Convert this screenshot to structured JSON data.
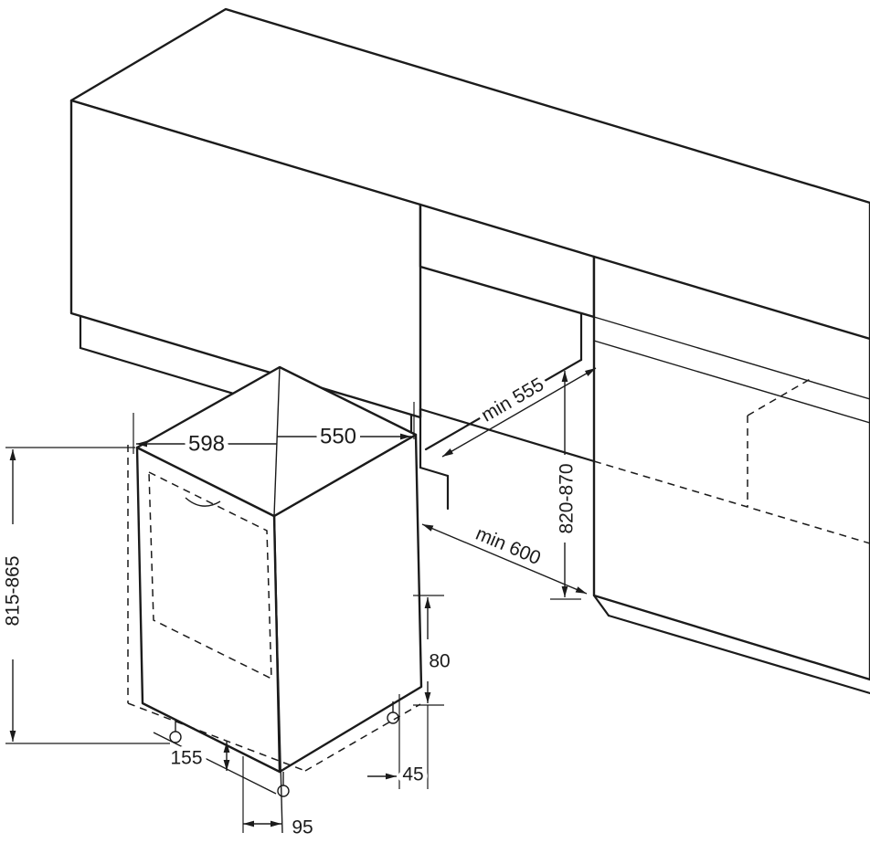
{
  "diagram": {
    "type": "appliance-installation-drawing",
    "subject": "built-under dishwasher in kitchen niche",
    "colors": {
      "line": "#1b1b1b",
      "background": "#ffffff"
    },
    "dimensions": {
      "appliance_width": "598",
      "appliance_depth": "550",
      "appliance_height": "815-865",
      "niche_depth": "min 555",
      "niche_width": "min 600",
      "niche_height": "820-870",
      "plinth_height": "80",
      "side_clearance": "45",
      "base_recess": "155",
      "door_clearance": "95"
    }
  }
}
